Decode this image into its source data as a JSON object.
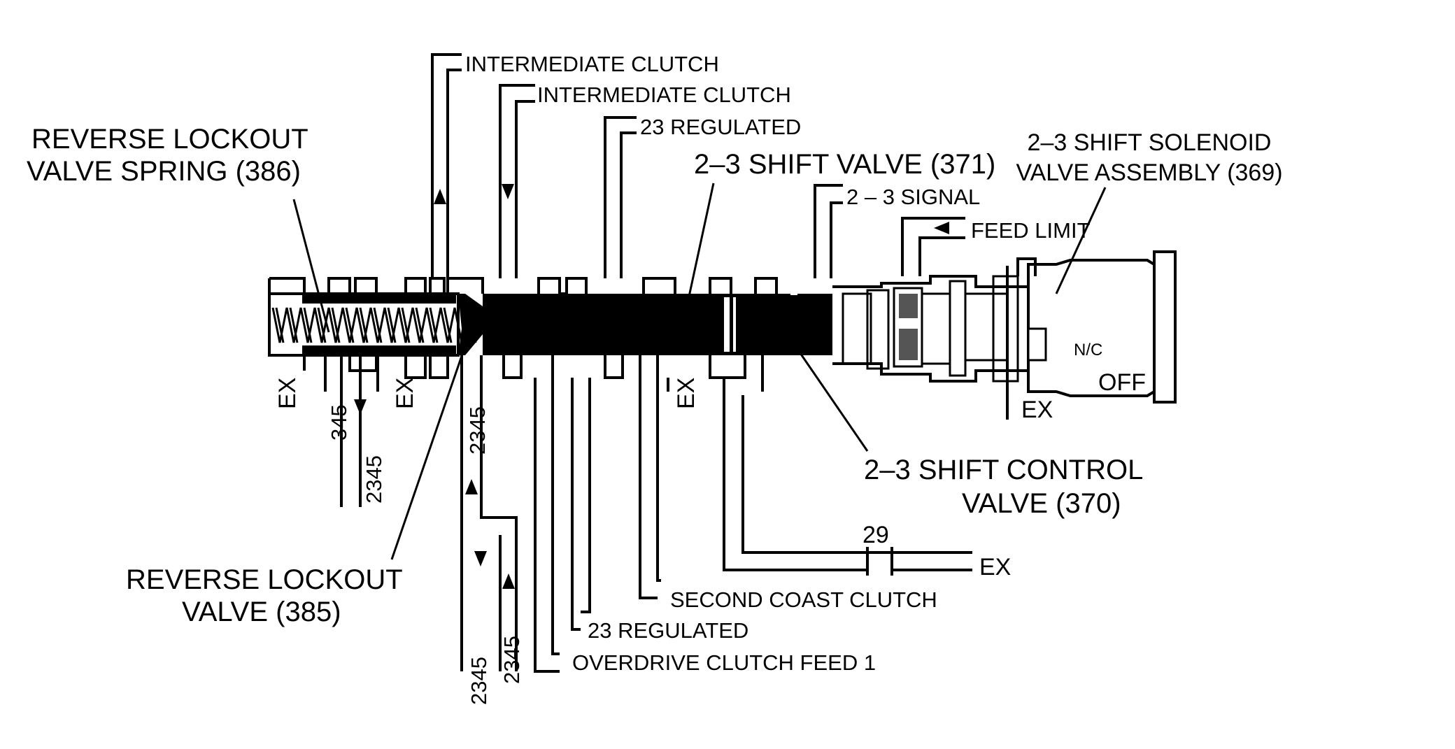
{
  "labels": {
    "reverse_lockout_spring_1": "REVERSE LOCKOUT",
    "reverse_lockout_spring_2": "VALVE SPRING (386)",
    "reverse_lockout_valve_1": "REVERSE LOCKOUT",
    "reverse_lockout_valve_2": "VALVE  (385)",
    "shift_valve": "2–3 SHIFT VALVE (371)",
    "shift_control_1": "2–3 SHIFT CONTROL",
    "shift_control_2": "VALVE (370)",
    "solenoid_1": "2–3 SHIFT SOLENOID",
    "solenoid_2": "VALVE ASSEMBLY (369)",
    "solenoid_state_nc": "N/C",
    "solenoid_state_off": "OFF"
  },
  "passages": {
    "intermediate_clutch_a": "INTERMEDIATE CLUTCH",
    "intermediate_clutch_b": "INTERMEDIATE CLUTCH",
    "regulated_23_top": "23 REGULATED",
    "signal_23": "2 – 3 SIGNAL",
    "feed_limit": "FEED LIMIT",
    "second_coast_clutch": "SECOND COAST CLUTCH",
    "regulated_23_bottom": "23 REGULATED",
    "overdrive_clutch_feed": "OVERDRIVE CLUTCH FEED 1",
    "orifice_29": "29",
    "ex_right": "EX",
    "ex_solenoid": "EX",
    "ex_1": "EX",
    "ex_2": "EX",
    "ex_3": "EX",
    "p345": "345",
    "p2345_a": "2345",
    "p2345_b": "2345",
    "p2345_c": "2345",
    "p2345_d": "2345"
  }
}
